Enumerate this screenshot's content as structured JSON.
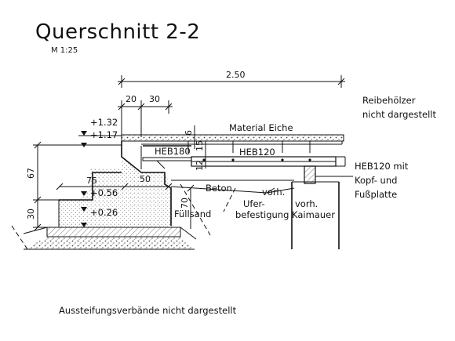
{
  "title": "Querschnitt 2-2",
  "scale": "M 1:25",
  "dimensions": {
    "total_width": "2.50",
    "width_20": "20",
    "width_30": "30",
    "width_75": "75",
    "width_50": "50",
    "height_67": "67",
    "height_30": "30",
    "height_70": "70",
    "height_6": "6",
    "height_15": "15",
    "height_12": "12"
  },
  "levels": {
    "top": "+1.32",
    "deck": "+1.17",
    "step": "+0.56",
    "base": "+0.26"
  },
  "labels": {
    "material": "Material Eiche",
    "heb180": "HEB180",
    "heb120_beam": "HEB120",
    "beton": "Beton",
    "fuellsand": "Füllsand",
    "vorh1": "vorh.",
    "ufer": "Ufer-",
    "befestigung": "befestigung",
    "vorh2": "vorh.",
    "kaimauer": "Kaimauer",
    "reibe_line1": "Reibehölzer",
    "reibe_line2": "nicht dargestellt",
    "heb_note_line1": "HEB120 mit",
    "heb_note_line2": "Kopf-  und",
    "heb_note_line3": "Fußplatte",
    "footer_note": "Aussteifungsverbände nicht dargestellt"
  }
}
